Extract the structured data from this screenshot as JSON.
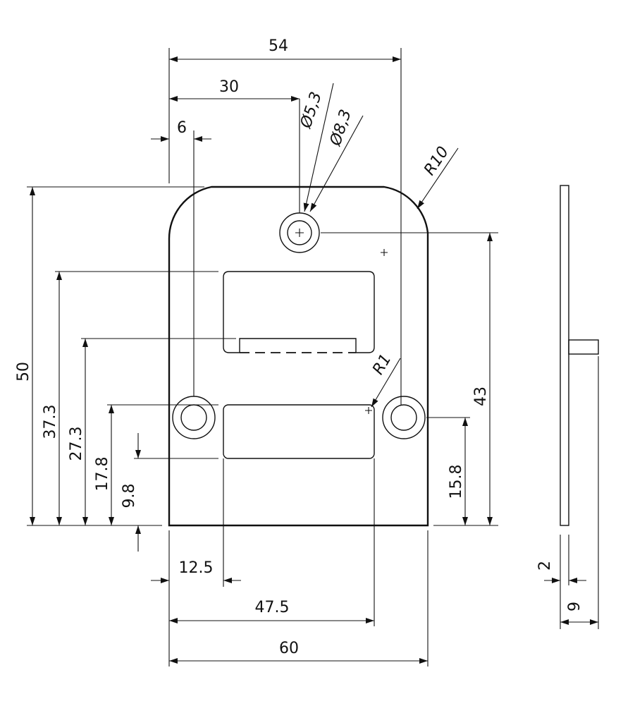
{
  "drawing": {
    "dims": {
      "overall_top_width": "54",
      "hole_center_x": "30",
      "side_offset": "6",
      "small_hole_dia": "Ø5,3",
      "large_hole_dia": "Ø8,3",
      "corner_radius": "R10",
      "slot_radius": "R1",
      "overall_height": "50",
      "upper_slot_top": "37.3",
      "upper_slot_bottom": "27.3",
      "lower_slot_top": "17.8",
      "lower_slot_bottom": "9.8",
      "top_hole_height": "43",
      "side_hole_height": "15.8",
      "slot_left_offset": "12.5",
      "slot_right_edge": "47.5",
      "overall_width": "60",
      "plate_thickness": "2",
      "total_depth": "9"
    }
  }
}
